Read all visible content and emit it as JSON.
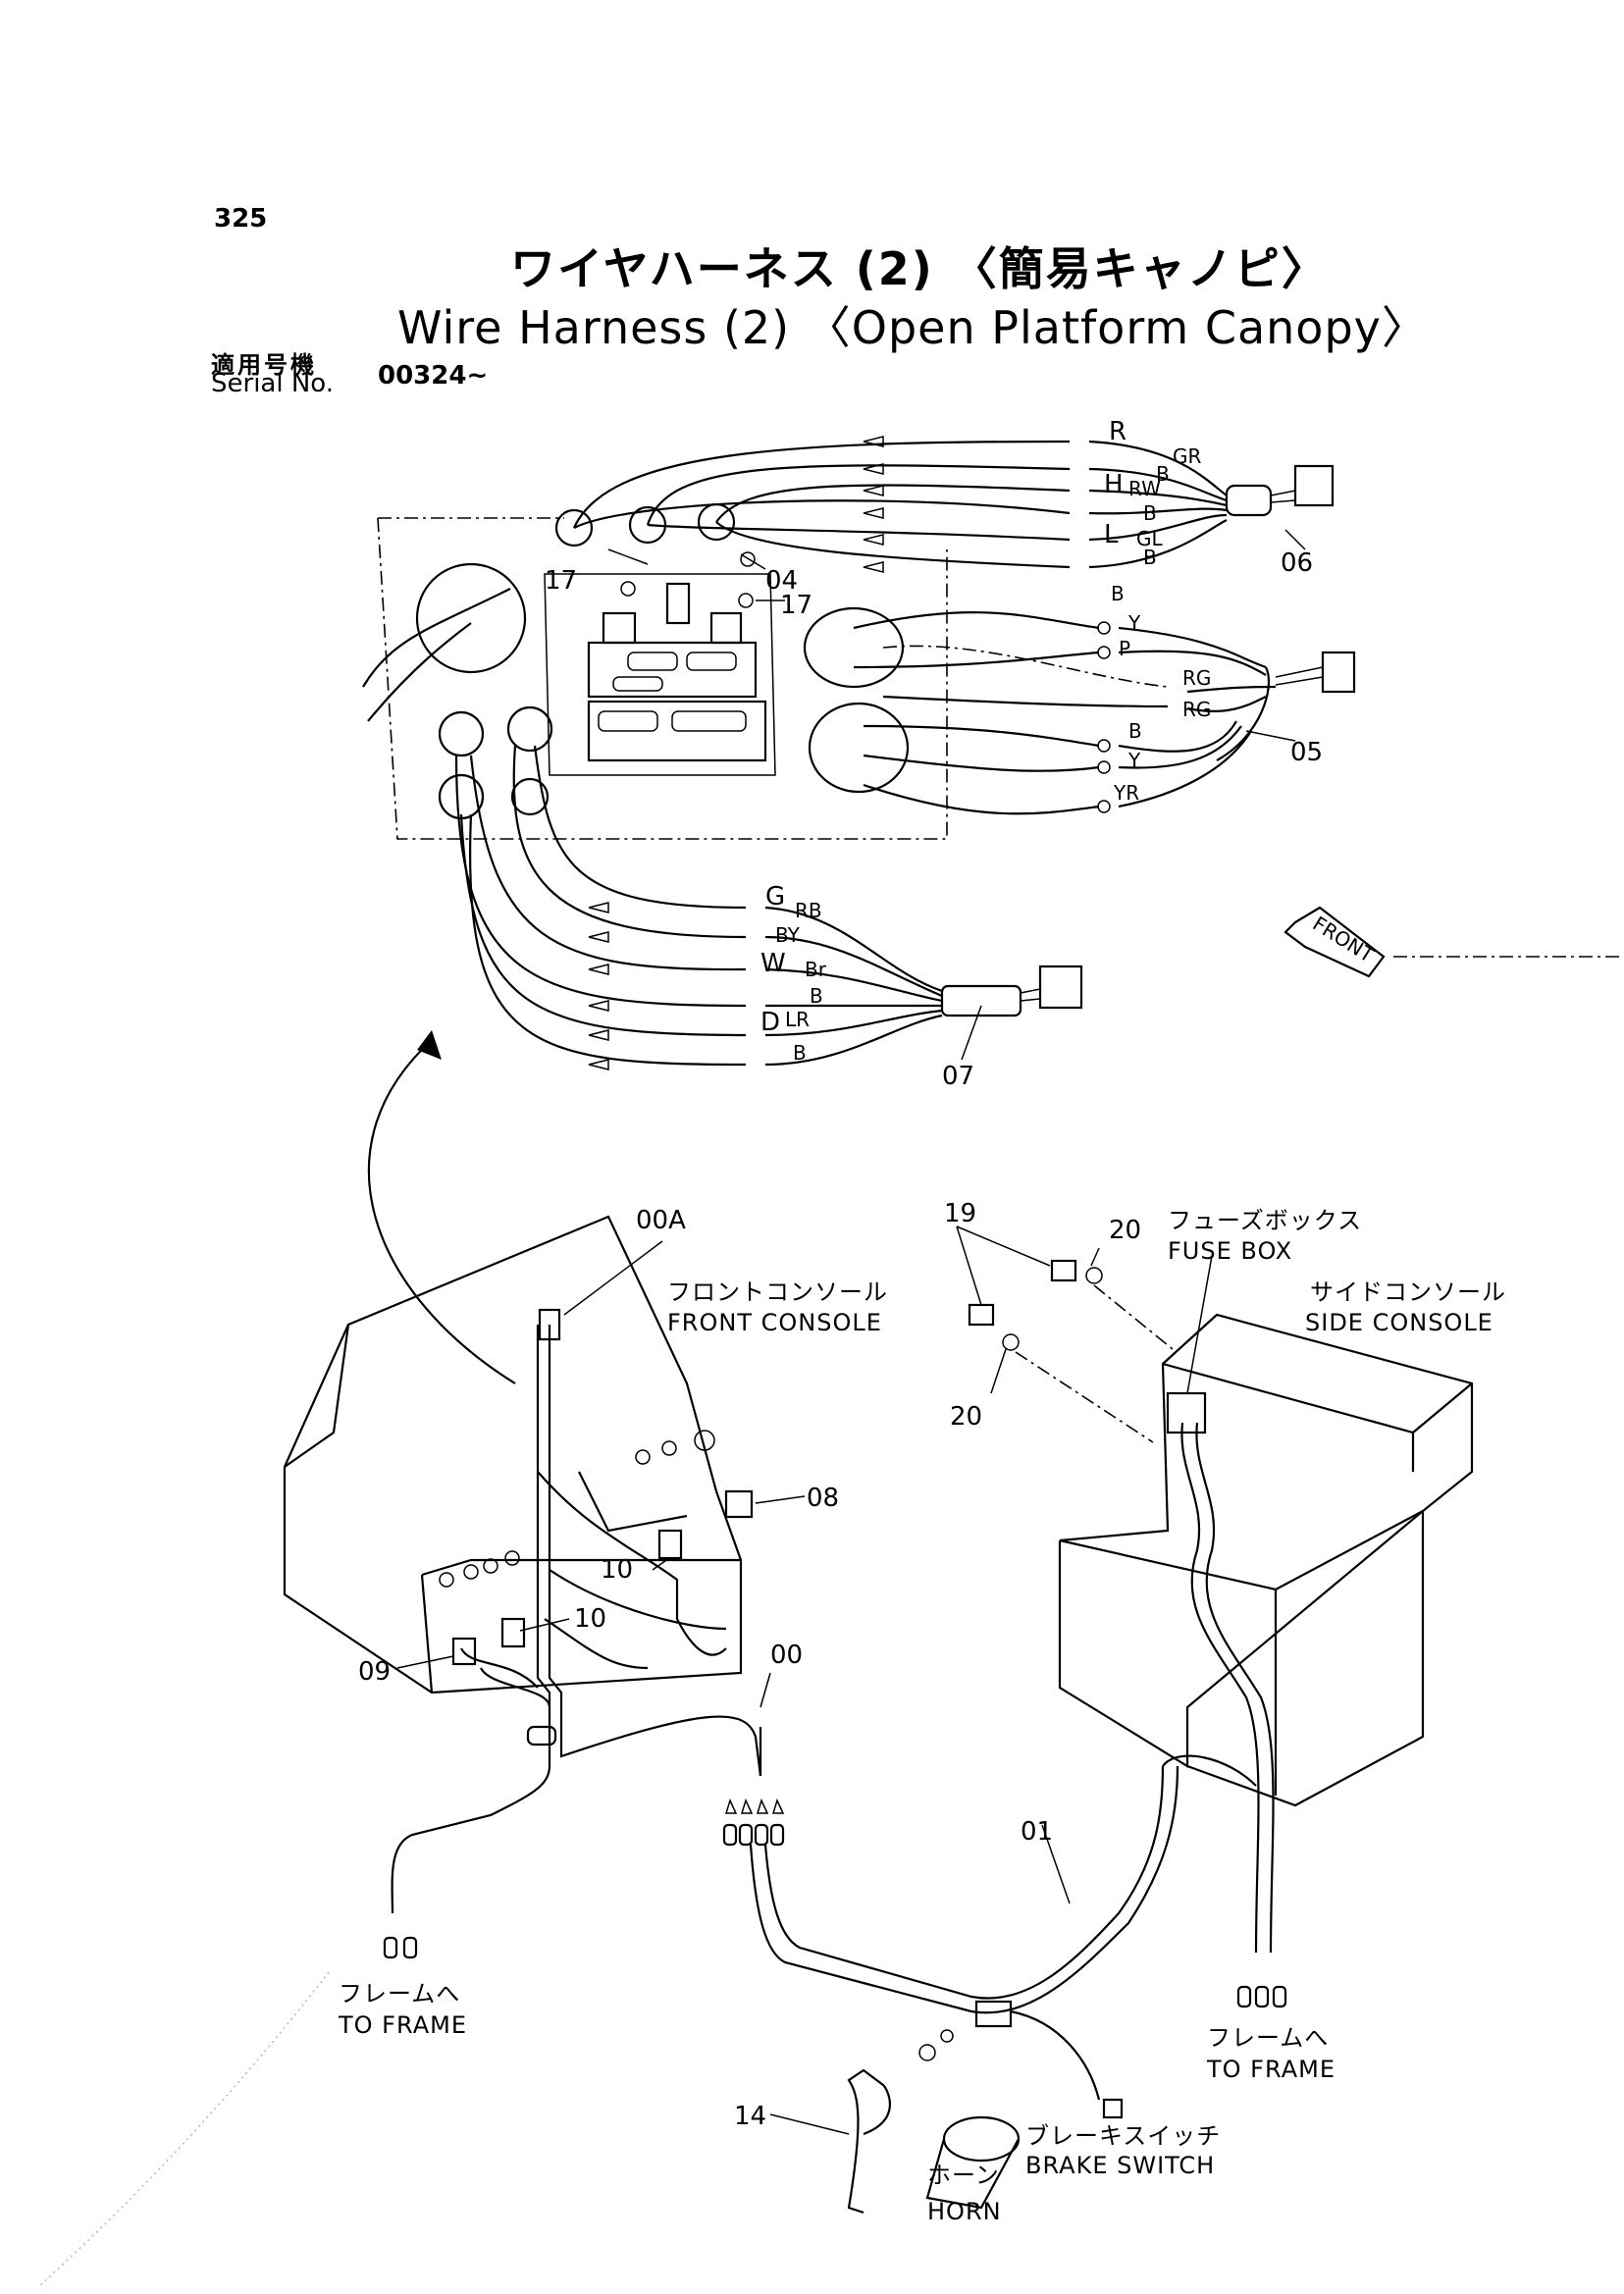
{
  "header": {
    "page_number": "325",
    "title_jp": "ワイヤハーネス (2) 〈簡易キャノピ〉",
    "title_en": "Wire Harness (2) 〈Open Platform Canopy〉",
    "serial_label_jp": "適用号機",
    "serial_label_en": "Serial No.",
    "serial_value": "00324~"
  },
  "part_numbers": {
    "p00": "00",
    "p00A": "00A",
    "p01": "01",
    "p04": "04",
    "p05": "05",
    "p06": "06",
    "p07": "07",
    "p08": "08",
    "p09": "09",
    "p10a": "10",
    "p10b": "10",
    "p14": "14",
    "p17a": "17",
    "p17b": "17",
    "p19": "19",
    "p20a": "20",
    "p20b": "20"
  },
  "wire_codes": {
    "top": [
      "R",
      "GR",
      "B",
      "H",
      "RW",
      "B",
      "L",
      "GL",
      "B"
    ],
    "mid": [
      "B",
      "Y",
      "P",
      "RG",
      "RG",
      "B",
      "Y",
      "YR"
    ],
    "bottom": [
      "G",
      "RB",
      "BY",
      "W",
      "Br",
      "B",
      "D",
      "LR",
      "B"
    ]
  },
  "callouts": {
    "front_console_jp": "フロントコンソール",
    "front_console_en": "FRONT CONSOLE",
    "fuse_box_jp": "フューズボックス",
    "fuse_box_en": "FUSE BOX",
    "side_console_jp": "サイドコンソール",
    "side_console_en": "SIDE CONSOLE",
    "to_frame_left_jp": "フレームへ",
    "to_frame_left_en": "TO FRAME",
    "to_frame_right_jp": "フレームへ",
    "to_frame_right_en": "TO FRAME",
    "brake_switch_jp": "ブレーキスイッチ",
    "brake_switch_en": "BRAKE SWITCH",
    "horn_jp": "ホーン",
    "horn_en": "HORN",
    "front_tag": "FRONT"
  }
}
